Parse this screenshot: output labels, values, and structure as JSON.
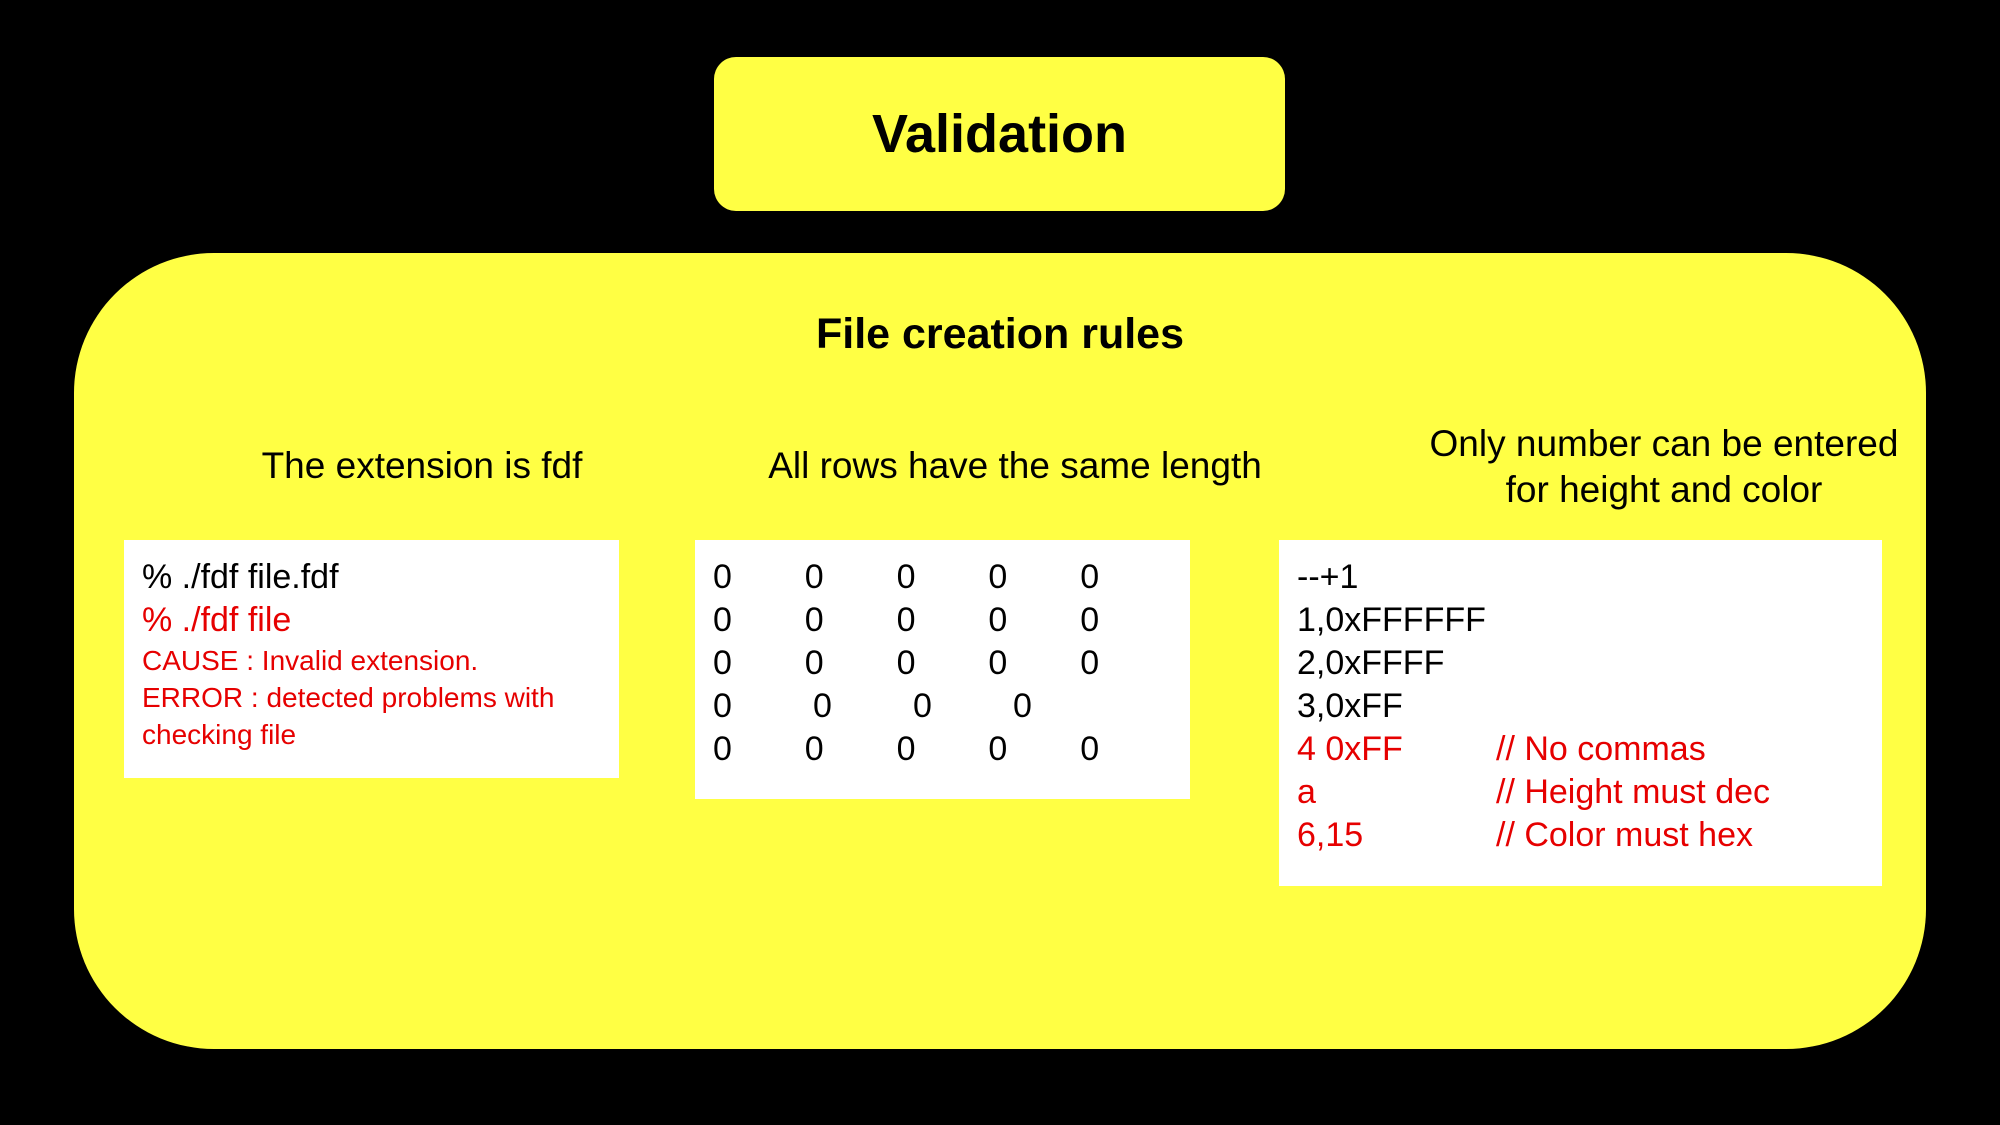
{
  "title": "Validation",
  "panel": {
    "heading": "File creation rules",
    "columns": [
      {
        "caption": "The extension is fdf",
        "lines": [
          {
            "text": "% ./fdf file.fdf",
            "style": "normal"
          },
          {
            "text": "% ./fdf file",
            "style": "error"
          },
          {
            "text": "CAUSE : Invalid extension.",
            "style": "error-small"
          },
          {
            "text": "ERROR : detected problems with",
            "style": "error-small"
          },
          {
            "text": "checking file",
            "style": "error-small"
          }
        ]
      },
      {
        "caption": "All rows have the same length",
        "rows": [
          {
            "cells": [
              "0",
              "0",
              "0",
              "0",
              "0"
            ],
            "error": false
          },
          {
            "cells": [
              "0",
              "0",
              "0",
              "0",
              "0"
            ],
            "error": false
          },
          {
            "cells": [
              "0",
              "0",
              "0",
              "0",
              "0"
            ],
            "error": false
          },
          {
            "cells": [
              "0",
              "0",
              "0",
              "0"
            ],
            "error": true
          },
          {
            "cells": [
              "0",
              "0",
              "0",
              "0",
              "0"
            ],
            "error": false
          }
        ]
      },
      {
        "caption_lines": [
          "Only number can be entered",
          "for height and color"
        ],
        "rows": [
          {
            "value": "--+1",
            "comment": "",
            "error": false
          },
          {
            "value": "1,0xFFFFFF",
            "comment": "",
            "error": false
          },
          {
            "value": "2,0xFFFF",
            "comment": "",
            "error": false
          },
          {
            "value": "3,0xFF",
            "comment": "",
            "error": false
          },
          {
            "value": "4 0xFF",
            "comment": "// No commas",
            "error": true
          },
          {
            "value": "a",
            "comment": "// Height must dec",
            "error": true
          },
          {
            "value": "6,15",
            "comment": "// Color must hex",
            "error": true
          }
        ]
      }
    ]
  },
  "colors": {
    "background": "#000000",
    "panel": "#ffff44",
    "card": "#ffffff",
    "error": "#e60000",
    "text": "#000000"
  }
}
